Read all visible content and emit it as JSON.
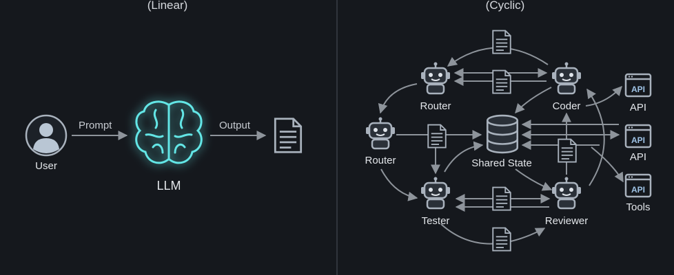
{
  "headers": {
    "left": "(Linear)",
    "right": "(Cyclic)"
  },
  "linear": {
    "user": "User",
    "prompt": "Prompt",
    "llm": "LLM",
    "output": "Output"
  },
  "cyclic": {
    "router_top": "Router",
    "coder": "Coder",
    "router_left": "Router",
    "shared_state": "Shared State",
    "tester": "Tester",
    "reviewer": "Reviewer",
    "api_1": "API",
    "api_2": "API",
    "tools": "Tools",
    "badge_text": "API"
  },
  "colors": {
    "background": "#15181d",
    "brain_glow": "#63e6e6",
    "icon_stroke": "#a9b2bd",
    "arrow": "#8e949b",
    "api_accent": "#9fc3e6"
  }
}
